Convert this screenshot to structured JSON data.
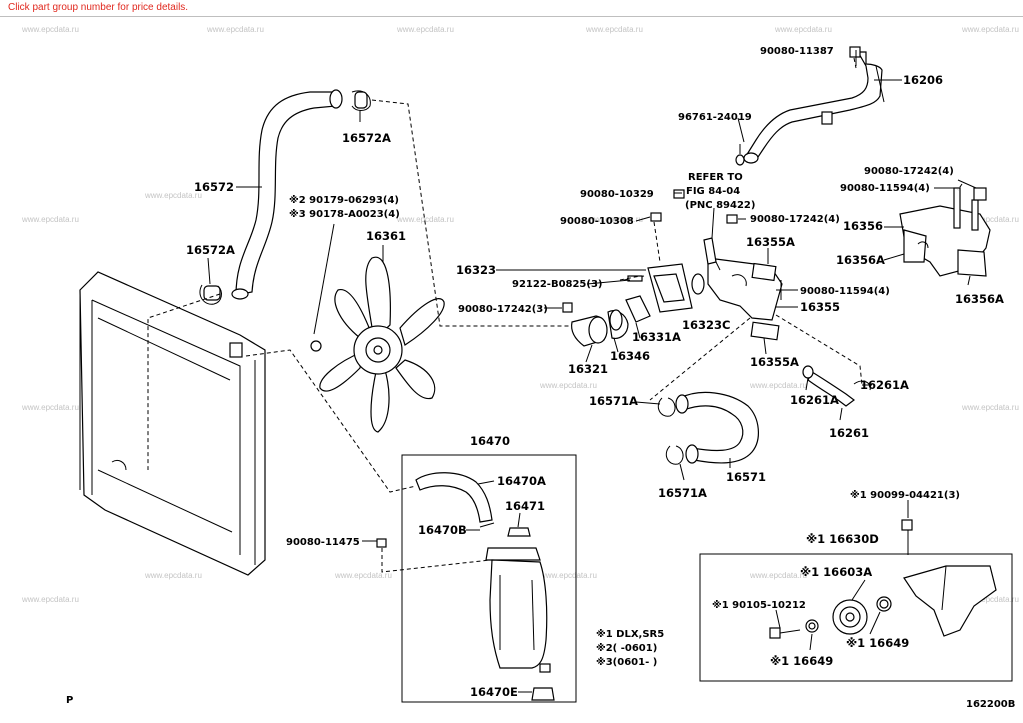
{
  "header": {
    "note": "Click part group number for price details."
  },
  "watermark": "www.epcdata.ru",
  "corner": {
    "left": "P",
    "right": "162200B"
  },
  "labels": {
    "p16206": "16206",
    "p90080_11387": "90080-11387",
    "p96761_24019": "96761-24019",
    "p90080_17242_4a": "90080-17242(4)",
    "p90080_11594_4a": "90080-11594(4)",
    "p16356": "16356",
    "p16356A_1": "16356A",
    "p16356A_2": "16356A",
    "refer1": "REFER TO",
    "refer2": "FIG 84-04",
    "refer3": "(PNC 89422)",
    "p90080_10329": "90080-10329",
    "p90080_10308": "90080-10308",
    "p90080_17242_4b": "90080-17242(4)",
    "p16355A_1": "16355A",
    "p90080_11594_4b": "90080-11594(4)",
    "p16355": "16355",
    "p16323": "16323",
    "p92122_B0825": "92122-B0825(3)",
    "p90080_17242_3": "90080-17242(3)",
    "p16331A": "16331A",
    "p16323C": "16323C",
    "p16321": "16321",
    "p16346": "16346",
    "p16355A_2": "16355A",
    "p16572A_1": "16572A",
    "p16572": "16572",
    "p16572A_2": "16572A",
    "p90179": "※2 90179-06293(4)",
    "p90178": "※3 90178-A0023(4)",
    "p16361": "16361",
    "p16261A_1": "16261A",
    "p16261A_2": "16261A",
    "p16261": "16261",
    "p16571A_1": "16571A",
    "p16571A_2": "16571A",
    "p16571": "16571",
    "p16470": "16470",
    "p16470A": "16470A",
    "p16471": "16471",
    "p16470B": "16470B",
    "p90080_11475": "90080-11475",
    "p16470E": "16470E",
    "p90099_04421": "※1 90099-04421(3)",
    "p16630D": "※1 16630D",
    "p16603A": "※1 16603A",
    "p90105_10212": "※1 90105-10212",
    "p16649_1": "※1 16649",
    "p16649_2": "※1 16649"
  },
  "legend": {
    "l1": "※1 DLX,SR5",
    "l2": "※2(      -0601)",
    "l3": "※3(0601-      )"
  }
}
